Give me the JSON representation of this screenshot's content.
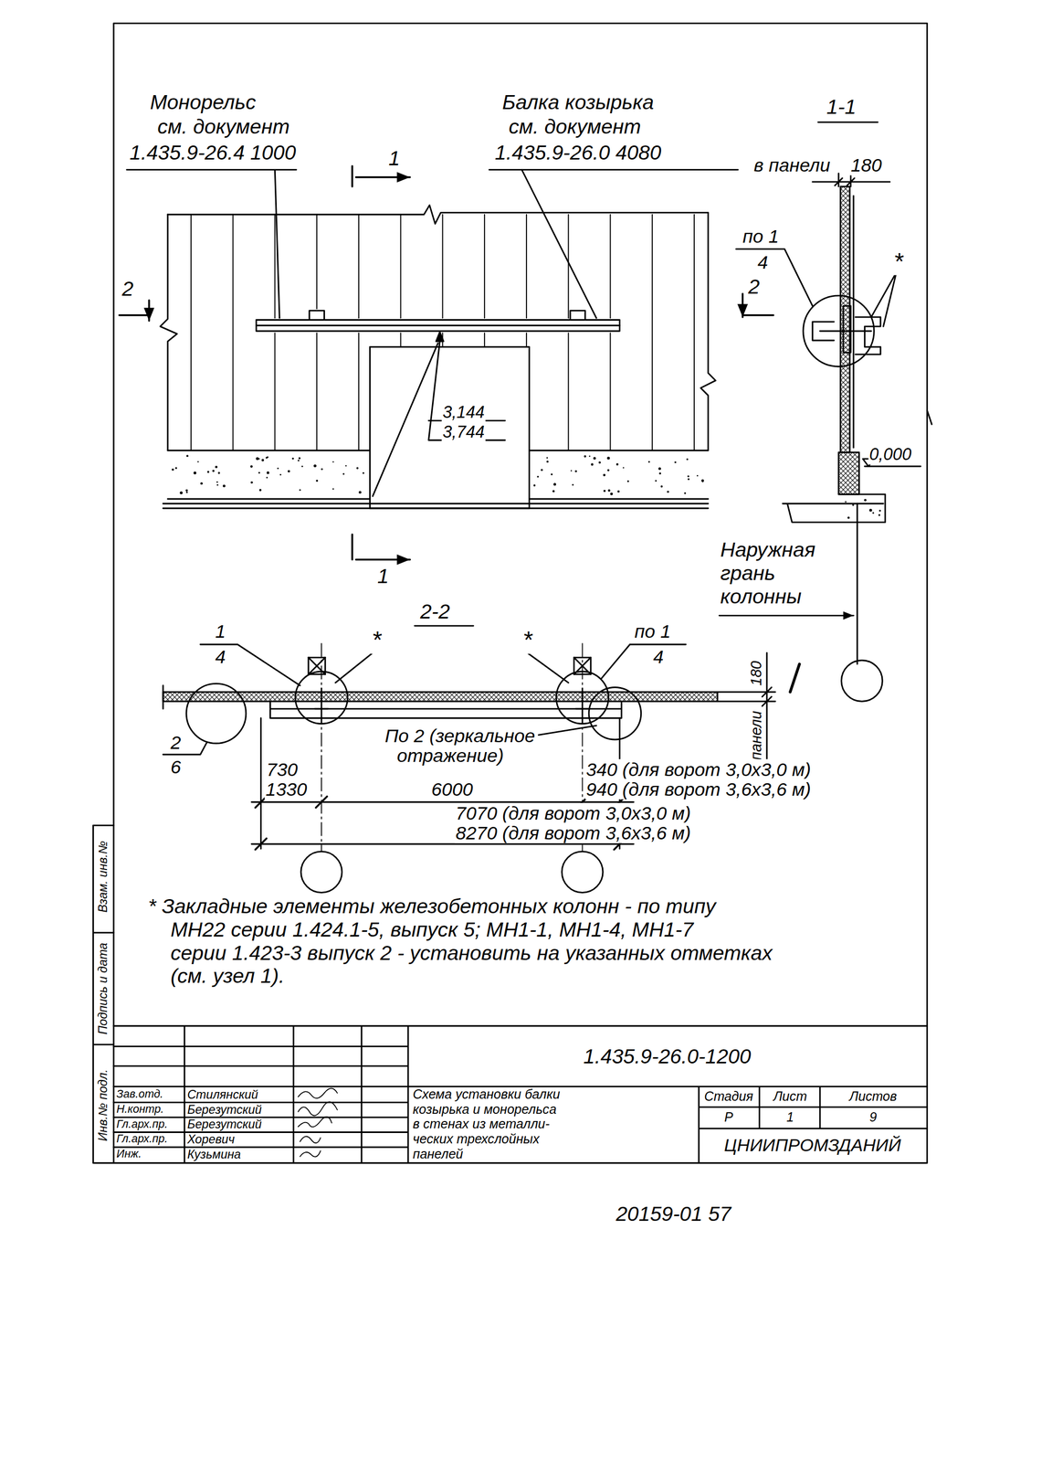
{
  "diagram": {
    "labels": [
      "Монорельс",
      "см. документ",
      "1.435.9-26.4 1000",
      "Балка козырька",
      "см. документ",
      "1.435.9-26.0 4080",
      "1-1",
      "в панели",
      "180",
      "1",
      "1",
      "2",
      "2",
      "3,144",
      "3,744",
      "по 1",
      "4",
      "*",
      "0,000",
      "Наружная",
      "грань",
      "колонны",
      "2-2",
      "1",
      "4",
      "*",
      "*",
      "по 1",
      "4",
      "2",
      "6",
      "По 2 (зеркальное",
      "отражение)",
      "180",
      "в панели",
      "730",
      "1330",
      "6000",
      "340 (для ворот 3,0х3,0 м)",
      "940 (для ворот 3,6х3,6 м)",
      "7070 (для ворот 3,0х3,0 м)",
      "8270 (для ворот 3,6х3,6 м)",
      "* Закладные элементы железобетонных колонн - по типу",
      "МН22 серии 1.424.1-5, выпуск 5; МН1-1, МН1-4, МН1-7",
      "серии 1.423-3 выпуск 2 - установить на указанных отметках",
      "(см. узел 1).",
      "Взам. инв.№",
      "Подпись и дата",
      "Инв.№ подл.",
      "1.435.9-26.0-1200",
      "Зав.отд.",
      "Стилянский",
      "Н.контр.",
      "Березутский",
      "Гл.арх.пр.",
      "Березутский",
      "Гл.арх.пр.",
      "Хоревич",
      "Инж.",
      "Кузьмина",
      "Схема установки балки",
      "козырька и монорельса",
      "в стенах из металли-",
      "ческих трехслойных",
      "панелей",
      "Стадия",
      "Лист",
      "Листов",
      "Р",
      "1",
      "9",
      "ЦНИИПРОМЗДАНИЙ",
      "20159-01 57"
    ]
  }
}
